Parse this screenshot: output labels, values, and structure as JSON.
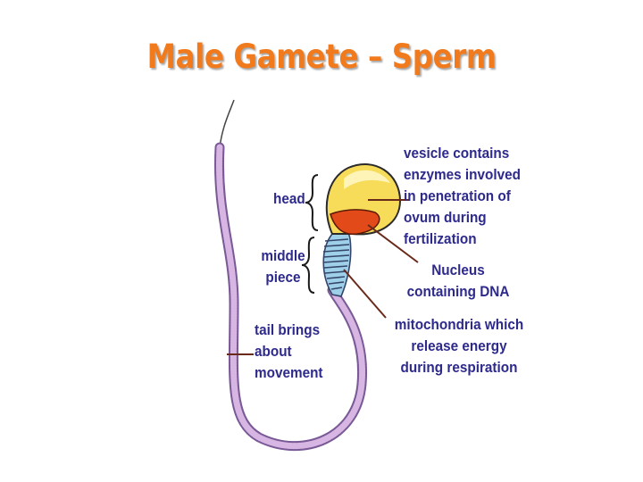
{
  "title": "Male Gamete – Sperm",
  "labels": {
    "head": "head",
    "middle_piece_1": "middle",
    "middle_piece_2": "piece",
    "tail_1": "tail brings",
    "tail_2": "about",
    "tail_3": "movement",
    "vesicle_1": "vesicle contains",
    "vesicle_2": "enzymes involved",
    "vesicle_3": "in penetration of",
    "vesicle_4": "ovum during",
    "vesicle_5": "fertilization",
    "nucleus_1": "Nucleus",
    "nucleus_2": "containing DNA",
    "mito_1": "mitochondria which",
    "mito_2": "release energy",
    "mito_3": "during respiration"
  },
  "colors": {
    "title": "#f07a1c",
    "label_text": "#2e2a8c",
    "tail": "#c79ad6",
    "vesicle": "#f7dc5a",
    "nucleus": "#e24a1a",
    "midpiece": "#9fd0ea"
  }
}
